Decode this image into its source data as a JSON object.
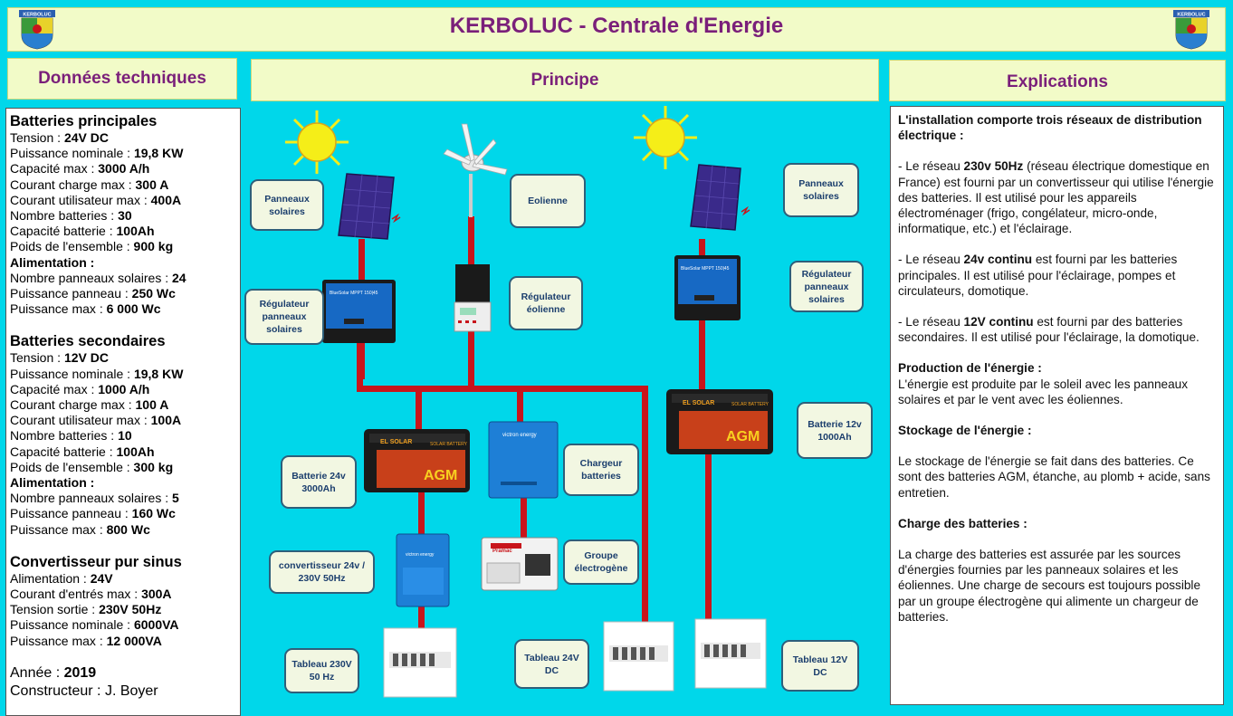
{
  "header": {
    "title": "KERBOLUC - Centrale d'Energie",
    "crest_text": "KERBOLUC"
  },
  "sections": {
    "left": "Données techniques",
    "center": "Principe",
    "right": "Explications"
  },
  "tech": {
    "main_title": "Batteries principales",
    "main": [
      {
        "label": "Tension : ",
        "value": "24V DC"
      },
      {
        "label": "Puissance nominale : ",
        "value": "19,8 KW"
      },
      {
        "label": "Capacité max : ",
        "value": "3000 A/h"
      },
      {
        "label": "Courant charge max : ",
        "value": "300 A"
      },
      {
        "label": "Courant utilisateur max : ",
        "value": "400A"
      },
      {
        "label": "Nombre batteries : ",
        "value": "30"
      },
      {
        "label": "Capacité batterie : ",
        "value": "100Ah"
      },
      {
        "label": "Poids de l'ensemble : ",
        "value": "900 kg"
      }
    ],
    "main_alim_title": "Alimentation :",
    "main_alim": [
      {
        "label": "Nombre panneaux solaires : ",
        "value": "24"
      },
      {
        "label": "Puissance panneau : ",
        "value": "250 Wc"
      },
      {
        "label": "Puissance max : ",
        "value": "6 000 Wc"
      }
    ],
    "sec_title": "Batteries secondaires",
    "sec": [
      {
        "label": "Tension : ",
        "value": "12V DC"
      },
      {
        "label": "Puissance nominale : ",
        "value": "19,8 KW"
      },
      {
        "label": "Capacité max : ",
        "value": "1000 A/h"
      },
      {
        "label": "Courant charge max : ",
        "value": "100 A"
      },
      {
        "label": "Courant utilisateur max : ",
        "value": "100A"
      },
      {
        "label": "Nombre batteries : ",
        "value": "10"
      },
      {
        "label": "Capacité batterie : ",
        "value": "100Ah"
      },
      {
        "label": "Poids de l'ensemble : ",
        "value": "300 kg"
      }
    ],
    "sec_alim_title": "Alimentation :",
    "sec_alim": [
      {
        "label": "Nombre panneaux solaires : ",
        "value": "5"
      },
      {
        "label": "Puissance panneau : ",
        "value": "160 Wc"
      },
      {
        "label": "Puissance max : ",
        "value": "800 Wc"
      }
    ],
    "conv_title": "Convertisseur pur sinus",
    "conv": [
      {
        "label": "Alimentation : ",
        "value": "24V"
      },
      {
        "label": "Courant d'entrés max : ",
        "value": "300A"
      },
      {
        "label": "Tension sortie : ",
        "value": "230V 50Hz"
      },
      {
        "label": "Puissance nominale : ",
        "value": "6000VA"
      },
      {
        "label": "Puissance max : ",
        "value": "12 000VA"
      }
    ],
    "year_label": "Année : ",
    "year_value": "2019",
    "builder_label": "Constructeur : ",
    "builder_value": "J. Boyer"
  },
  "diagram": {
    "labels": {
      "panneaux_left": "Panneaux solaires",
      "eolienne": "Eolienne",
      "panneaux_right": "Panneaux solaires",
      "regulateur_left": "Régulateur panneaux solaires",
      "regulateur_eolienne": "Régulateur éolienne",
      "regulateur_right": "Régulateur panneaux solaires",
      "batterie_24": "Batterie 24v 3000Ah",
      "chargeur": "Chargeur batteries",
      "batterie_12": "Batterie 12v 1000Ah",
      "convertisseur": "convertisseur 24v / 230V 50Hz",
      "groupe": "Groupe électrogène",
      "tableau_230": "Tableau 230V 50 Hz",
      "tableau_24": "Tableau 24V DC",
      "tableau_12": "Tableau 12V DC"
    },
    "device_text": {
      "battery_brand": "EL SOLAR",
      "battery_line": "SOLAR BATTERY",
      "battery_tech": "AGM",
      "victron": "victron energy",
      "generator_brand": "Pramac"
    },
    "colors": {
      "wire": "#c8151b",
      "background": "#00d7ea",
      "label_border": "#2e5f7a"
    }
  },
  "explanations": {
    "intro": "L'installation comporte trois réseaux de distribution électrique :",
    "p1_pre": "- Le réseau ",
    "p1_bold": "230v 50Hz",
    "p1_post": " (réseau électrique domestique en France) est fourni par un convertisseur qui utilise l'énergie des batteries. Il est utilisé pour les appareils électroménager (frigo, congélateur, micro-onde, informatique, etc.) et l'éclairage.",
    "p2_pre": "- Le réseau ",
    "p2_bold": "24v continu",
    "p2_post": " est fourni par les batteries principales. Il est utilisé pour l'éclairage, pompes et circulateurs, domotique.",
    "p3_pre": "- Le réseau ",
    "p3_bold": "12V continu",
    "p3_post": " est fourni par des batteries secondaires. Il est utilisé pour l'éclairage, la domotique.",
    "prod_title": "Production de l'énergie :",
    "prod_text": "L'énergie est produite par le soleil avec les panneaux solaires et par le vent avec les éoliennes.",
    "stock_title": "Stockage de l'énergie :",
    "stock_text": "Le stockage de l'énergie se fait dans des batteries. Ce sont des batteries AGM, étanche,  au plomb + acide, sans entretien.",
    "charge_title": "Charge des batteries :",
    "charge_text": "La charge des batteries est assurée par les sources d'énergies fournies par les panneaux solaires et les éoliennes. Une charge de secours est toujours possible par un groupe électrogène qui alimente un chargeur de batteries."
  }
}
